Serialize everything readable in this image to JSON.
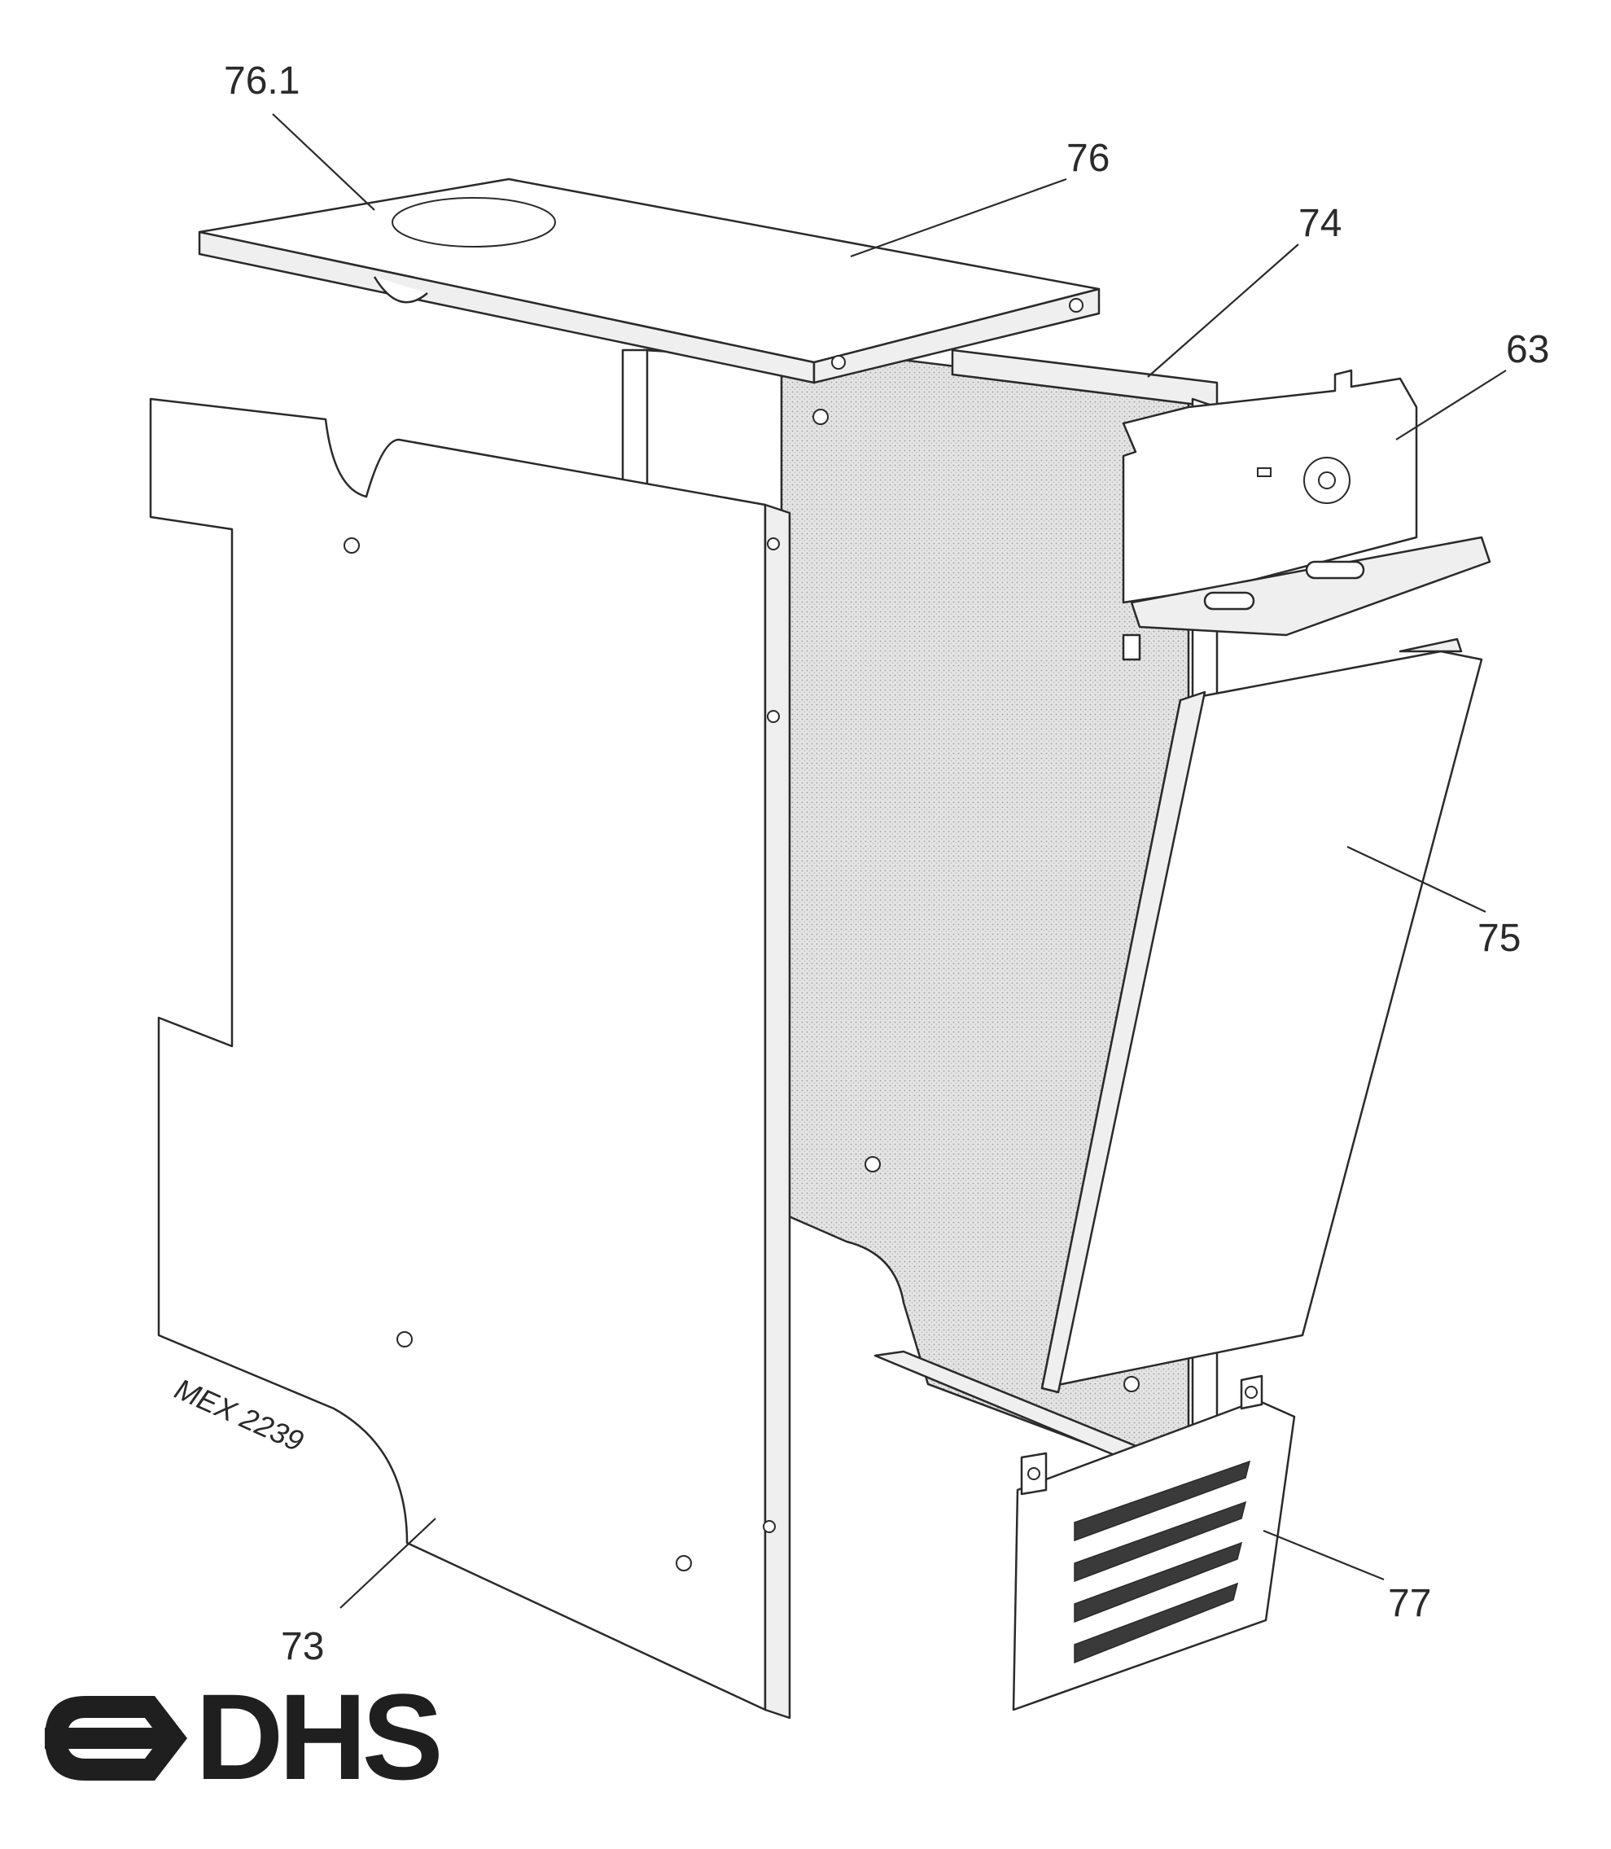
{
  "callouts": [
    {
      "id": "76_1",
      "label": "76.1"
    },
    {
      "id": "76",
      "label": "76"
    },
    {
      "id": "74",
      "label": "74"
    },
    {
      "id": "63",
      "label": "63"
    },
    {
      "id": "75",
      "label": "75"
    },
    {
      "id": "73",
      "label": "73"
    },
    {
      "id": "77",
      "label": "77"
    }
  ],
  "drawing_code": "MEX 2239",
  "logo": {
    "text": "DHS"
  },
  "colors": {
    "ink": "#2a2a2a",
    "background": "#ffffff",
    "stipple": "#d8d8d8"
  }
}
